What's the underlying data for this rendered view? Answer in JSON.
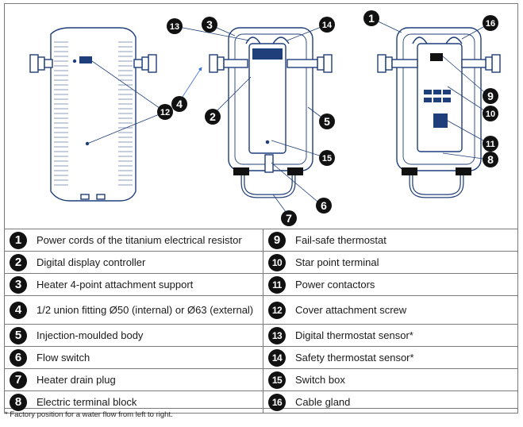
{
  "callout_labels": [
    "1",
    "2",
    "3",
    "4",
    "5",
    "6",
    "7",
    "8",
    "9",
    "10",
    "11",
    "12",
    "13",
    "14",
    "15",
    "16"
  ],
  "legend_left": [
    {
      "number": "1",
      "text": "Power cords of the titanium electrical resistor"
    },
    {
      "number": "2",
      "text": "Digital display controller"
    },
    {
      "number": "3",
      "text": "Heater 4-point attachment support"
    },
    {
      "number": "4",
      "text": "1/2 union fitting Ø50 (internal) or Ø63 (external)"
    },
    {
      "number": "5",
      "text": "Injection-moulded body"
    },
    {
      "number": "6",
      "text": "Flow switch"
    },
    {
      "number": "7",
      "text": "Heater drain plug"
    },
    {
      "number": "8",
      "text": "Electric terminal block"
    }
  ],
  "legend_right": [
    {
      "number": "9",
      "text": "Fail-safe thermostat"
    },
    {
      "number": "10",
      "text": "Star point terminal"
    },
    {
      "number": "11",
      "text": "Power contactors"
    },
    {
      "number": "12",
      "text": "Cover attachment screw"
    },
    {
      "number": "13",
      "text": "Digital thermostat sensor*"
    },
    {
      "number": "14",
      "text": "Safety thermostat sensor*"
    },
    {
      "number": "15",
      "text": "Switch box"
    },
    {
      "number": "16",
      "text": "Cable gland"
    }
  ],
  "footnote": "* Factory position for a water flow from left to right.",
  "colors": {
    "outline": "#1f3f7a",
    "fill": "#ffffff",
    "callout": "#111111",
    "arrow": "#3b6fd6"
  }
}
